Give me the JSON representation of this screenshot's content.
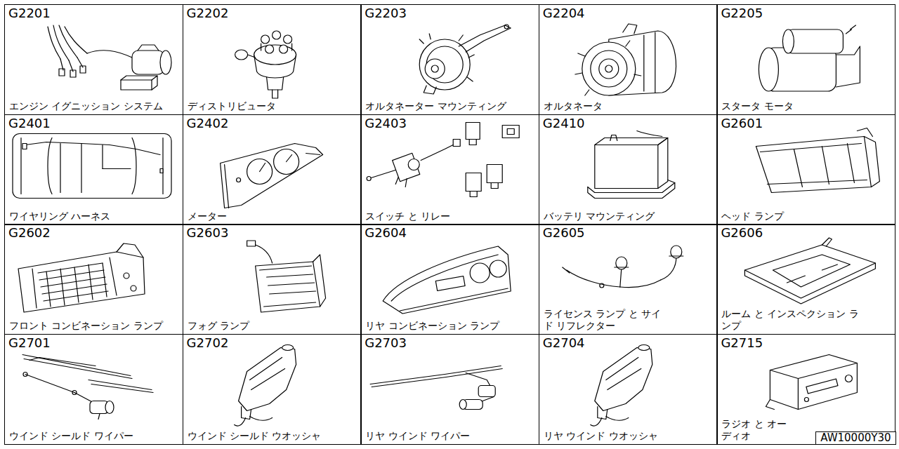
{
  "diagram": {
    "nodes": [
      {
        "text": [
          "G2201",
          "エンジン イグニッション システム"
        ]
      },
      {
        "text": [
          "G2202",
          "ディストリビュータ"
        ]
      },
      {
        "text": [
          "G2203",
          "オルタネーター マウンティング"
        ]
      },
      {
        "text": [
          "G2204",
          "オルタネータ"
        ]
      },
      {
        "text": [
          "G2205",
          "スタータ モータ"
        ]
      },
      {
        "text": [
          "G2401",
          "ワイヤリング ハーネス"
        ]
      },
      {
        "text": [
          "G2402",
          "メーター"
        ]
      },
      {
        "text": [
          "G2403",
          "スイッチ と リレー"
        ]
      },
      {
        "text": [
          "G2410",
          "バッテリ マウンティング"
        ]
      },
      {
        "text": [
          "G2601",
          "ヘッド ランプ"
        ]
      },
      {
        "text": [
          "G2602",
          "フロント コンビネーション ランプ"
        ]
      },
      {
        "text": [
          "G2603",
          "フォグ ランプ"
        ]
      },
      {
        "text": [
          "G2604",
          "リヤ コンビネーション ランプ"
        ]
      },
      {
        "text": [
          "G2605",
          "ライセンス ランプ と サイド リフレクター"
        ]
      },
      {
        "text": [
          "G2606",
          "ルーム と インスペクション ランプ"
        ]
      },
      {
        "text": [
          "G2701",
          "ウインド シールド ワイパー"
        ]
      },
      {
        "text": [
          "G2702",
          "ウインド シールド ウオッシャ"
        ]
      },
      {
        "text": [
          "G2703",
          "リヤ ウインド ワイパー"
        ]
      },
      {
        "text": [
          "G2704",
          "リヤ ウインド ウオッシャ"
        ]
      },
      {
        "text": [
          "G2715",
          "ラジオ と オーディオ"
        ]
      }
    ],
    "labels": [
      "AW10000Y30"
    ]
  }
}
